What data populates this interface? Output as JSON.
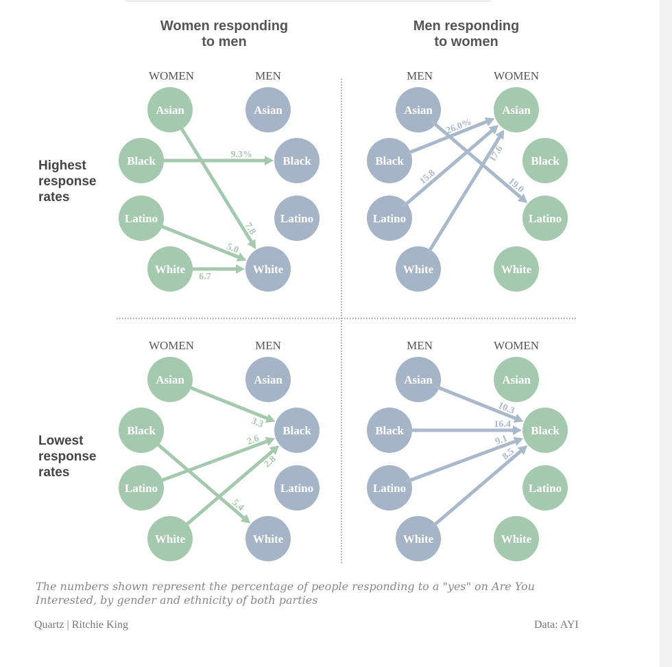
{
  "colors": {
    "women": "#a5c9ae",
    "men": "#a5b4c6",
    "women_arrow": "#a5c9ae",
    "men_arrow": "#a9b9cb",
    "title": "#555555",
    "divider": "#666666"
  },
  "column_titles": [
    [
      "Women responding",
      "to men"
    ],
    [
      "Men responding",
      "to women"
    ]
  ],
  "row_titles": [
    [
      "Highest",
      "response",
      "rates"
    ],
    [
      "Lowest",
      "response",
      "rates"
    ]
  ],
  "ethnicities": [
    "Asian",
    "Black",
    "Latino",
    "White"
  ],
  "panels": [
    {
      "id": "women-to-men-highest",
      "left_header": "WOMEN",
      "right_header": "MEN",
      "left_group": "women",
      "right_group": "men",
      "arrows": [
        {
          "from": "Asian",
          "to": "White",
          "value": "7.8"
        },
        {
          "from": "Black",
          "to": "Black",
          "value": "9.3%"
        },
        {
          "from": "Latino",
          "to": "White",
          "value": "5.0"
        },
        {
          "from": "White",
          "to": "White",
          "value": "6.7"
        }
      ]
    },
    {
      "id": "men-to-women-highest",
      "left_header": "MEN",
      "right_header": "WOMEN",
      "left_group": "men",
      "right_group": "women",
      "arrows": [
        {
          "from": "Black",
          "to": "Asian",
          "value": "26.0%"
        },
        {
          "from": "Latino",
          "to": "Asian",
          "value": "15.8"
        },
        {
          "from": "White",
          "to": "Asian",
          "value": "17.6"
        },
        {
          "from": "Asian",
          "to": "Latino",
          "value": "19.0"
        }
      ]
    },
    {
      "id": "women-to-men-lowest",
      "left_header": "WOMEN",
      "right_header": "MEN",
      "left_group": "women",
      "right_group": "men",
      "arrows": [
        {
          "from": "Asian",
          "to": "Black",
          "value": "3.3"
        },
        {
          "from": "Latino",
          "to": "Black",
          "value": "2.6"
        },
        {
          "from": "White",
          "to": "Black",
          "value": "2.8"
        },
        {
          "from": "Black",
          "to": "White",
          "value": "5.4"
        }
      ]
    },
    {
      "id": "men-to-women-lowest",
      "left_header": "MEN",
      "right_header": "WOMEN",
      "left_group": "men",
      "right_group": "women",
      "arrows": [
        {
          "from": "Asian",
          "to": "Black",
          "value": "10.3"
        },
        {
          "from": "Black",
          "to": "Black",
          "value": "16.4"
        },
        {
          "from": "Latino",
          "to": "Black",
          "value": "9.1"
        },
        {
          "from": "White",
          "to": "Black",
          "value": "8.5"
        }
      ]
    }
  ],
  "caption": "The numbers shown represent the percentage of people responding to a \"yes\" on Are You Interested, by gender and ethnicity of both parties",
  "credit": "Quartz | Ritchie King",
  "source": "Data: AYI"
}
